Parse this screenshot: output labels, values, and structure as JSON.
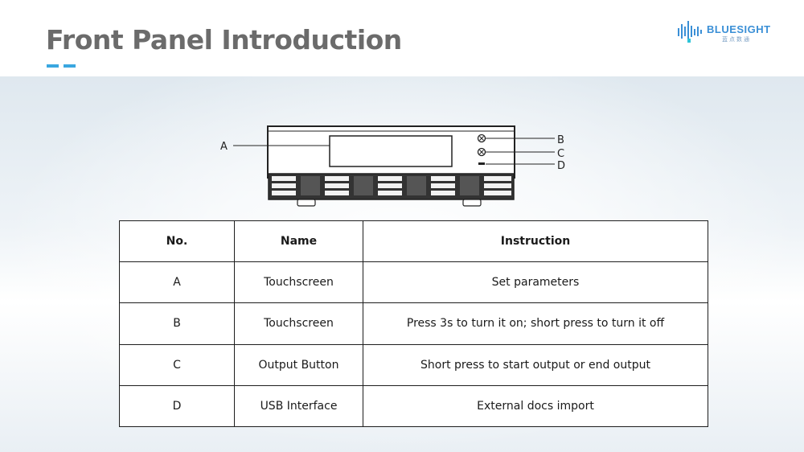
{
  "header": {
    "title": "Front Panel Introduction",
    "accent_color": "#3aa7e0"
  },
  "logo": {
    "brand": "BLUESIGHT",
    "sub": "蓝点数通",
    "color": "#3a8fd6"
  },
  "diagram": {
    "labels": [
      "A",
      "B",
      "C",
      "D"
    ]
  },
  "table": {
    "headers": [
      "No.",
      "Name",
      "Instruction"
    ],
    "rows": [
      {
        "no": "A",
        "name": "Touchscreen",
        "instruction": "Set parameters"
      },
      {
        "no": "B",
        "name": "Touchscreen",
        "instruction": "Press 3s to turn it on; short press to turn it off"
      },
      {
        "no": "C",
        "name": "Output Button",
        "instruction": "Short press to start output or end output"
      },
      {
        "no": "D",
        "name": "USB Interface",
        "instruction": "External docs import"
      }
    ]
  }
}
